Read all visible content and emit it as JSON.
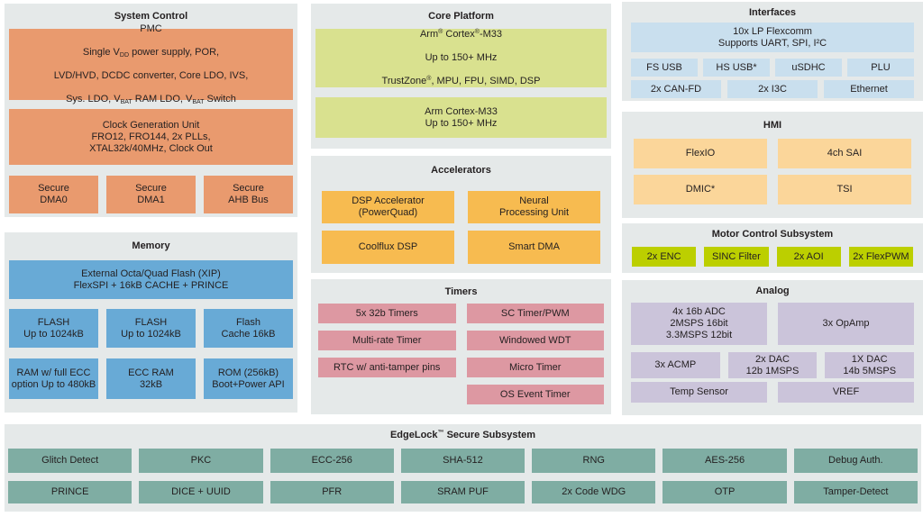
{
  "palette": {
    "page_bg": "#ffffff",
    "panel_bg": "#e5e9e9",
    "text": "#231f20",
    "system_control_block": "#e99a6e",
    "memory_block": "#68aad6",
    "core_platform_block": "#d9e18f",
    "accelerator_block": "#f7bb50",
    "timer_block": "#dd98a2",
    "interface_block": "#c9dfee",
    "hmi_block": "#fbd69a",
    "motor_block": "#bccf00",
    "analog_block": "#cbc4da",
    "edgelock_block": "#7fada3"
  },
  "system_control": {
    "title": "System Control",
    "pmc": {
      "line1": "PMC",
      "line2": [
        "Single V",
        "DD",
        " power supply, POR,"
      ],
      "line3": "LVD/HVD, DCDC converter, Core LDO, IVS,",
      "line4": [
        "Sys. LDO, V",
        "BAT",
        " RAM LDO, V",
        "BAT",
        " Switch"
      ]
    },
    "clock": "Clock Generation Unit\nFRO12, FRO144, 2x PLLs,\nXTAL32k/40MHz, Clock Out",
    "blocks": [
      "Secure\nDMA0",
      "Secure\nDMA1",
      "Secure\nAHB Bus"
    ]
  },
  "memory": {
    "title": "Memory",
    "flash_xip": "External Octa/Quad Flash (XIP)\nFlexSPI + 16kB CACHE + PRINCE",
    "row1": [
      "FLASH\nUp to 1024kB",
      "FLASH\nUp to 1024kB",
      "Flash\nCache 16kB"
    ],
    "row2": [
      "RAM w/ full ECC\noption Up to 480kB",
      "ECC RAM\n32kB",
      "ROM (256kB)\nBoot+Power API"
    ]
  },
  "core_platform": {
    "title": "Core Platform",
    "cpu1": {
      "line1": [
        "Arm",
        "®",
        " Cortex",
        "®",
        "-M33"
      ],
      "line2": "Up to 150+ MHz",
      "line3": [
        "TrustZone",
        "®",
        ", MPU, FPU, SIMD, DSP"
      ]
    },
    "cpu2": "Arm Cortex-M33\nUp to 150+ MHz"
  },
  "accelerators": {
    "title": "Accelerators",
    "blocks": [
      "DSP Accelerator\n(PowerQuad)",
      "Neural\nProcessing Unit",
      "Coolflux DSP",
      "Smart DMA"
    ]
  },
  "timers": {
    "title": "Timers",
    "left": [
      "5x 32b Timers",
      "Multi-rate Timer",
      "RTC w/ anti-tamper pins"
    ],
    "right": [
      "SC Timer/PWM",
      "Windowed WDT",
      "Micro Timer",
      "OS Event Timer"
    ]
  },
  "interfaces": {
    "title": "Interfaces",
    "flexcomm": "10x LP Flexcomm\nSupports UART, SPI, I²C",
    "row1": [
      "FS USB",
      "HS USB*",
      "uSDHC",
      "PLU"
    ],
    "row2": [
      "2x CAN-FD",
      "2x I3C",
      "Ethernet"
    ]
  },
  "hmi": {
    "title": "HMI",
    "blocks": [
      "FlexIO",
      "4ch SAI",
      "DMIC*",
      "TSI"
    ]
  },
  "motor": {
    "title": "Motor Control Subsystem",
    "blocks": [
      "2x ENC",
      "SINC Filter",
      "2x AOI",
      "2x FlexPWM"
    ]
  },
  "analog": {
    "title": "Analog",
    "adc": "4x 16b ADC\n2MSPS 16bit\n3.3MSPS 12bit",
    "opamp": "3x OpAmp",
    "row2": [
      "3x ACMP",
      "2x DAC\n12b 1MSPS",
      "1X DAC\n14b 5MSPS"
    ],
    "row3": [
      "Temp Sensor",
      "VREF"
    ]
  },
  "edgelock": {
    "title": [
      "EdgeLock",
      "™",
      " Secure Subsystem"
    ],
    "row1": [
      "Glitch Detect",
      "PKC",
      "ECC-256",
      "SHA-512",
      "RNG",
      "AES-256",
      "Debug Auth."
    ],
    "row2": [
      "PRINCE",
      "DICE + UUID",
      "PFR",
      "SRAM PUF",
      "2x Code WDG",
      "OTP",
      "Tamper-Detect"
    ]
  }
}
